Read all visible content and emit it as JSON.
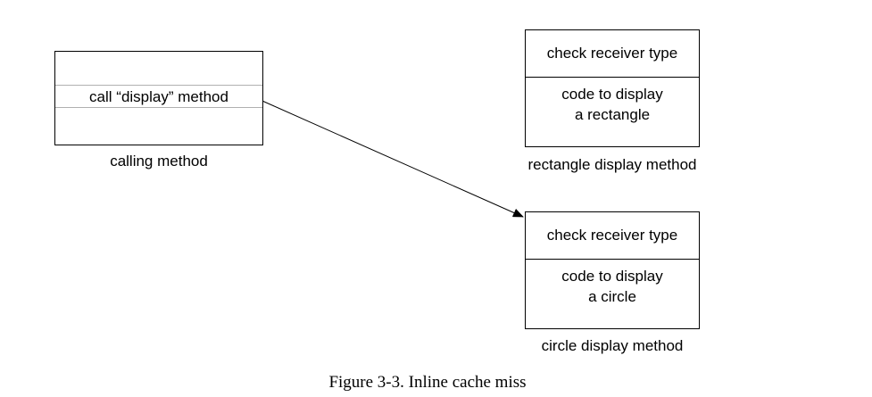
{
  "calling_method": {
    "row_text": "call “display” method",
    "label": "calling method"
  },
  "rectangle_method": {
    "header": "check receiver type",
    "body_line1": "code to display",
    "body_line2": "a rectangle",
    "label": "rectangle display method"
  },
  "circle_method": {
    "header": "check receiver type",
    "body_line1": "code to display",
    "body_line2": "a circle",
    "label": "circle display method"
  },
  "caption": "Figure 3-3.  Inline cache miss"
}
